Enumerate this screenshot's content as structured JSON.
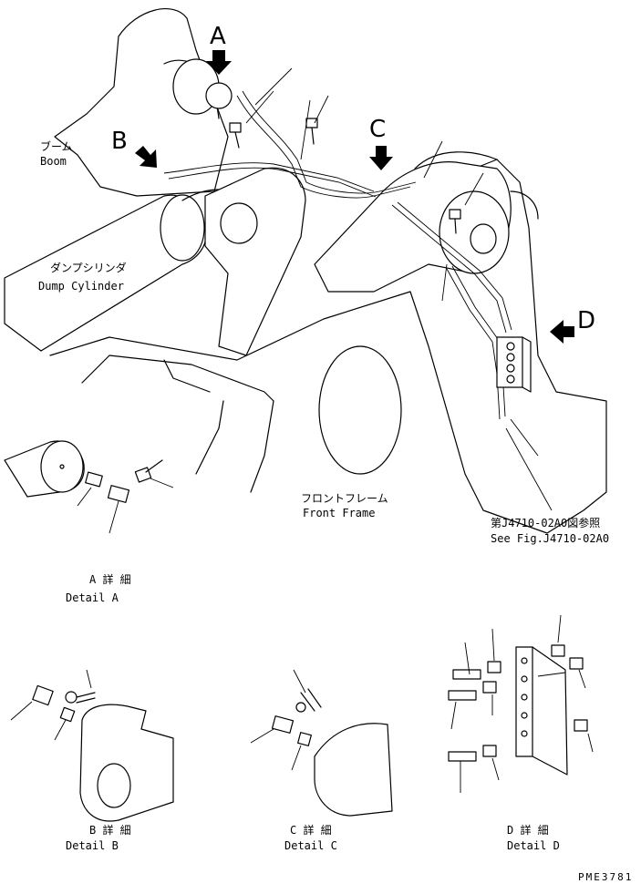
{
  "callouts": {
    "a": "A",
    "b": "B",
    "c": "C",
    "d": "D"
  },
  "labels": {
    "boom_jp": "ブーム",
    "boom_en": "Boom",
    "dump_cylinder_jp": "ダンプシリンダ",
    "dump_cylinder_en": "Dump Cylinder",
    "front_frame_jp": "フロントフレーム",
    "front_frame_en": "Front Frame",
    "see_fig_jp": "第J4710-02A0図参照",
    "see_fig_en": "See Fig.J4710-02A0"
  },
  "details": {
    "a_jp": "A 詳 細",
    "a_en": "Detail A",
    "b_jp": "B 詳 細",
    "b_en": "Detail B",
    "c_jp": "C 詳 細",
    "c_en": "Detail C",
    "d_jp": "D 詳 細",
    "d_en": "Detail D"
  },
  "drawing_code": "PME3781"
}
